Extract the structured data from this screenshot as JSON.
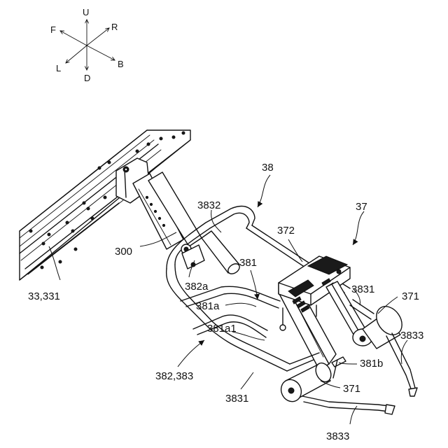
{
  "compass": {
    "up": "U",
    "down": "D",
    "front": "F",
    "back": "B",
    "left": "L",
    "right": "R"
  },
  "labels": {
    "assembly_38": "38",
    "assembly_37": "37",
    "frame": "33,331",
    "bracket_300": "300",
    "pipe_3832": "3832",
    "bracket_372": "372",
    "arm_381": "381",
    "pivot_382a": "382a",
    "arm_381a": "381a",
    "arm_381a1": "381a1",
    "pin_381b": "381b",
    "pedal_371_right": "371",
    "pedal_371_left": "371",
    "tube_3831_right": "3831",
    "tube_3831_left": "3831",
    "rod_3833_right": "3833",
    "rod_3833_bottom": "3833",
    "frame_382_383": "382,383"
  }
}
